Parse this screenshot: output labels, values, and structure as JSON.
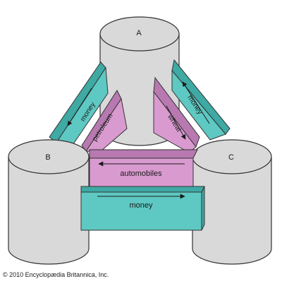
{
  "diagram": {
    "nodes": {
      "a": "A",
      "b": "B",
      "c": "C"
    },
    "flows": {
      "money_b_to_a": "money",
      "petroleum_b_to_a": "petroleum",
      "money_a_to_c": "money",
      "wheat_a_to_c": "wheat",
      "automobiles": "automobiles",
      "money_bottom": "money"
    },
    "colors": {
      "cylinder": "#d9d9d9",
      "cylinder_edge": "#333333",
      "money_band": "#5ec8c2",
      "goods_band": "#d99ad0"
    }
  },
  "copyright": "© 2010 Encyclopædia Britannica, Inc."
}
